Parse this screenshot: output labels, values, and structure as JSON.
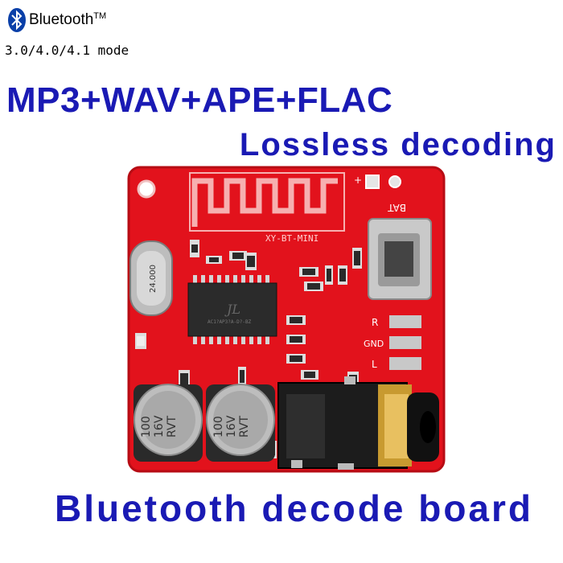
{
  "brand": {
    "name": "Bluetooth",
    "trademark": "TM",
    "mode": "3.0/4.0/4.1 mode",
    "logo_icon": "bluetooth-icon",
    "logo_color": "#0a3fa8"
  },
  "headline": "MP3+WAV+APE+FLAC",
  "subheadline": "Lossless decoding",
  "footer": "Bluetooth decode board",
  "board": {
    "model": "XY-BT-MINI",
    "crystal": "24.000",
    "chip_logo": "JL",
    "chip_marking": "AC1?AP3?A-D?-BZ",
    "pins": [
      "R",
      "GND",
      "L"
    ],
    "bat_label": "BAT",
    "plus_label": "+",
    "capacitor_values": [
      "100",
      "16V",
      "RVT"
    ],
    "pcb_color": "#e2121c",
    "text_color": "#1a1ab4"
  }
}
